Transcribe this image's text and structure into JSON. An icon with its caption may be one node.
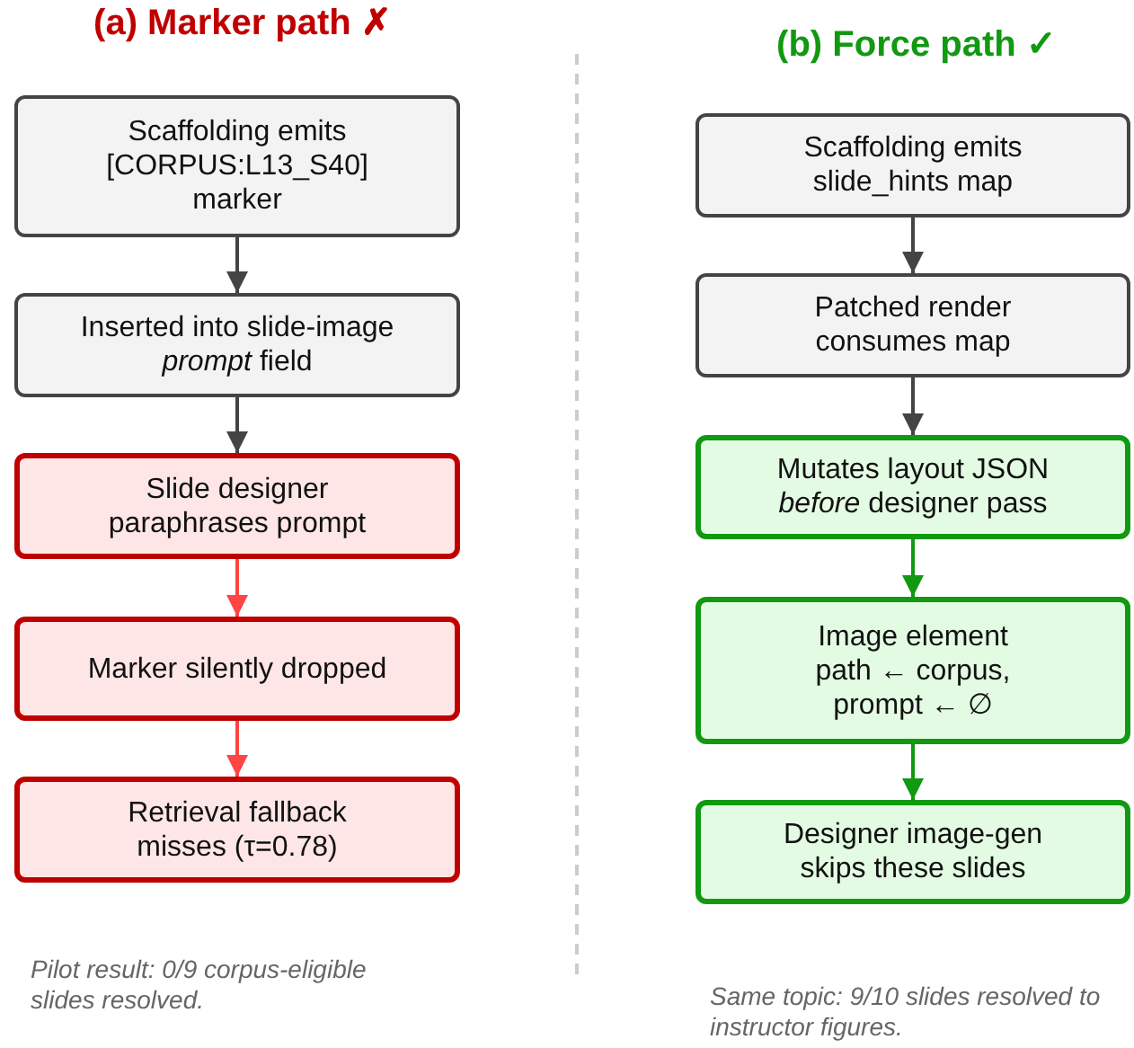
{
  "diagram": {
    "nodes": [
      {
        "text": [
          "Scaffolding emits [CORPUS:L13_S40] marker"
        ]
      },
      {
        "text": [
          "Inserted into slide-image *prompt* field"
        ]
      },
      {
        "text": [
          "Slide designer paraphrases prompt"
        ]
      },
      {
        "text": [
          "Marker silently dropped"
        ]
      },
      {
        "text": [
          "Retrieval fallback misses (τ=0.78)"
        ]
      },
      {
        "text": [
          "Scaffolding emits slide_hints map"
        ]
      },
      {
        "text": [
          "Patched render consumes map"
        ]
      },
      {
        "text": [
          "Mutates layout JSON *before* designer pass"
        ]
      },
      {
        "text": [
          "Image element path ← corpus, prompt ← ∅"
        ]
      },
      {
        "text": [
          "Designer image-gen skips these slides"
        ]
      }
    ],
    "edges": [
      {
        "from": 0,
        "to": 1,
        "arrow": "to"
      },
      {
        "from": 1,
        "to": 2,
        "arrow": "to"
      },
      {
        "from": 2,
        "to": 3,
        "arrow": "to",
        "color": "#ff4444"
      },
      {
        "from": 3,
        "to": 4,
        "arrow": "to",
        "color": "#ff4444"
      },
      {
        "from": 5,
        "to": 6,
        "arrow": "to"
      },
      {
        "from": 6,
        "to": 7,
        "arrow": "to"
      },
      {
        "from": 7,
        "to": 8,
        "arrow": "to",
        "color": "#119911"
      },
      {
        "from": 8,
        "to": 9,
        "arrow": "to",
        "color": "#119911"
      }
    ],
    "labels": [
      "(a) Marker path ✗",
      "(b) Force path ✓",
      "Pilot result: 0/9 corpus-eligible slides resolved.",
      "Same topic: 9/10 slides resolved to instructor figures."
    ]
  }
}
